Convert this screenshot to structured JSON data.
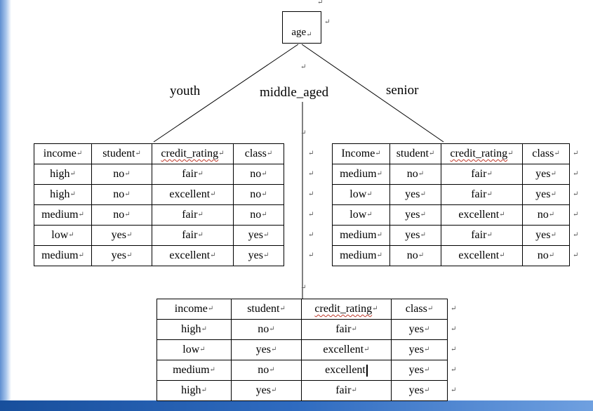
{
  "root": {
    "label": "age"
  },
  "branches": {
    "left": "youth",
    "middle": "middle_aged",
    "right": "senior"
  },
  "return_mark": "↵",
  "tables": {
    "youth": {
      "headers": [
        "income",
        "student",
        "credit_rating",
        "class"
      ],
      "rows": [
        [
          "high",
          "no",
          "fair",
          "no"
        ],
        [
          "high",
          "no",
          "excellent",
          "no"
        ],
        [
          "medium",
          "no",
          "fair",
          "no"
        ],
        [
          "low",
          "yes",
          "fair",
          "yes"
        ],
        [
          "medium",
          "yes",
          "excellent",
          "yes"
        ]
      ]
    },
    "senior": {
      "headers": [
        "Income",
        "student",
        "credit_rating",
        "class"
      ],
      "rows": [
        [
          "medium",
          "no",
          "fair",
          "yes"
        ],
        [
          "low",
          "yes",
          "fair",
          "yes"
        ],
        [
          "low",
          "yes",
          "excellent",
          "no"
        ],
        [
          "medium",
          "yes",
          "fair",
          "yes"
        ],
        [
          "medium",
          "no",
          "excellent",
          "no"
        ]
      ]
    },
    "middle_aged": {
      "headers": [
        "income",
        "student",
        "credit_rating",
        "class"
      ],
      "rows": [
        [
          "high",
          "no",
          "fair",
          "yes"
        ],
        [
          "low",
          "yes",
          "excellent",
          "yes"
        ],
        [
          "medium",
          "no",
          "excellent",
          "yes"
        ],
        [
          "high",
          "yes",
          "fair",
          "yes"
        ]
      ]
    }
  }
}
